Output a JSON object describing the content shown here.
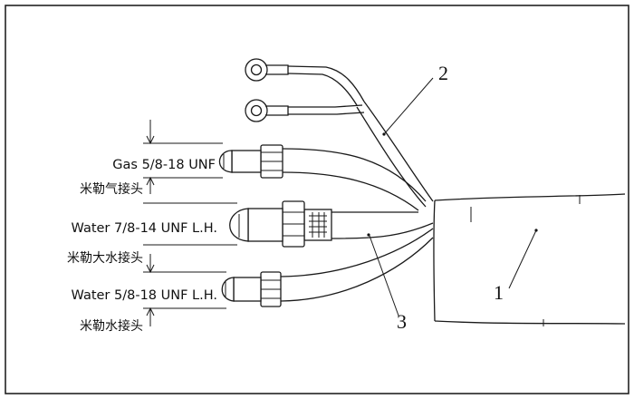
{
  "diagram": {
    "labels": {
      "gas_en": "Gas 5/8-18 UNF",
      "gas_cn": "米勒气接头",
      "water_large_en": "Water 7/8-14 UNF L.H.",
      "water_large_cn": "米勒大水接头",
      "water_small_en": "Water 5/8-18 UNF L.H.",
      "water_small_cn": "米勒水接头"
    },
    "callouts": {
      "cable": "1",
      "control_leads": "2",
      "hoses": "3"
    }
  }
}
